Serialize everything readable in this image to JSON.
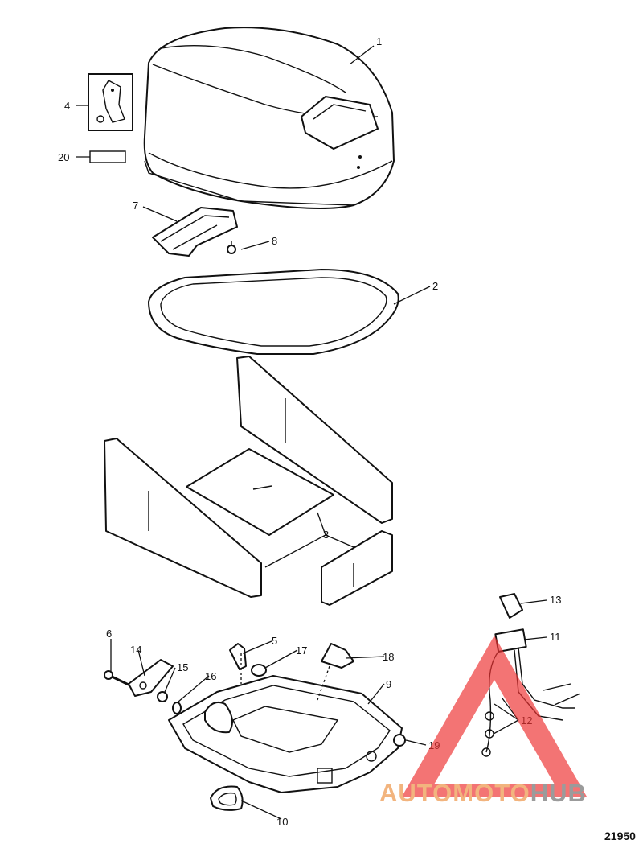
{
  "figure": {
    "number": "21950",
    "callouts": [
      "1",
      "2",
      "3",
      "4",
      "5",
      "6",
      "7",
      "8",
      "9",
      "10",
      "11",
      "12",
      "13",
      "14",
      "15",
      "16",
      "17",
      "18",
      "19",
      "20"
    ]
  },
  "watermark": {
    "text_primary": "AUTOMOTO",
    "text_secondary": "HUB",
    "color_primary": "#f0a868",
    "color_secondary": "#8a8a8a",
    "triangle_color": "#ee3333"
  }
}
